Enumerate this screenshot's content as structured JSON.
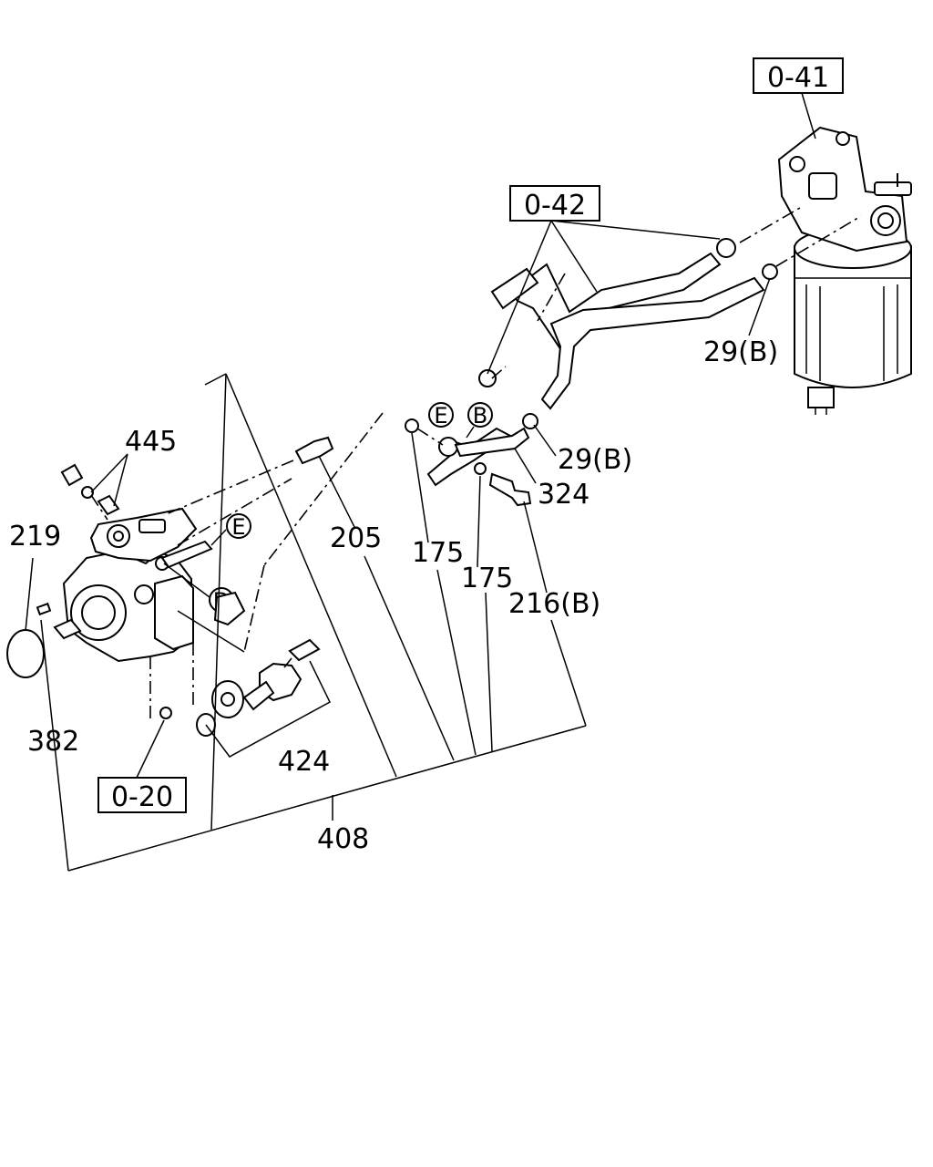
{
  "refs": {
    "r041": "0-41",
    "r042": "0-42",
    "r020": "0-20"
  },
  "labels": {
    "p445": "445",
    "p219": "219",
    "p205": "205",
    "p175a": "175",
    "p175b": "175",
    "p216b": "216(B)",
    "p324": "324",
    "p29b_a": "29(B)",
    "p29b_b": "29(B)",
    "p382": "382",
    "p424": "424",
    "p408": "408"
  },
  "connectors": {
    "e1": "E",
    "e2": "E",
    "b": "B",
    "d": "D"
  }
}
